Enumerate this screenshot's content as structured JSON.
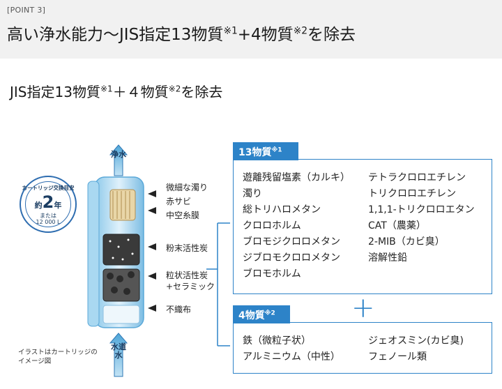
{
  "header": {
    "point": "[POINT 3]",
    "title_main": "高い浄水能力～JIS指定13物質",
    "title_sup1": "※1",
    "title_mid": "+4物質",
    "title_sup2": "※2",
    "title_end": "を除去"
  },
  "subtitle": {
    "main": "JIS指定13物質",
    "sup1": "※1",
    "mid": "＋４物質",
    "sup2": "※2",
    "end": "を除去"
  },
  "diagram": {
    "clean_water": "浄水",
    "tap_water": "水道水",
    "badge": {
      "top": "カートリッジ交換目安",
      "prefix": "約",
      "number": "2",
      "unit": "年",
      "line1": "または",
      "line2": "12 000 L"
    },
    "layers": [
      "微細な濁り",
      "赤サビ",
      "中空糸膜",
      "粉末活性炭",
      "粒状活性炭",
      "+セラミック",
      "不織布"
    ],
    "caption_line1": "イラストはカートリッジの",
    "caption_line2": "イメージ図"
  },
  "box13": {
    "label": "13物質",
    "sup": "※1",
    "col1": [
      "遊離残留塩素（カルキ）",
      "濁り",
      "総トリハロメタン",
      "クロロホルム",
      "ブロモジクロロメタン",
      "ジブロモクロロメタン",
      "ブロモホルム"
    ],
    "col2": [
      "テトラクロロエチレン",
      "トリクロロエチレン",
      "1,1,1-トリクロロエタン",
      "CAT（農薬）",
      "2-MIB（カビ臭）",
      "溶解性鉛"
    ]
  },
  "box4": {
    "label": "4物質",
    "sup": "※2",
    "col1": [
      "鉄（微粒子状）",
      "アルミニウム（中性）"
    ],
    "col2": [
      "ジェオスミン(カビ臭)",
      "フェノール類"
    ]
  },
  "plus": "+",
  "colors": {
    "accent": "#2d83c8",
    "header_bg": "#f1f1f1",
    "navy": "#1b3d62"
  }
}
